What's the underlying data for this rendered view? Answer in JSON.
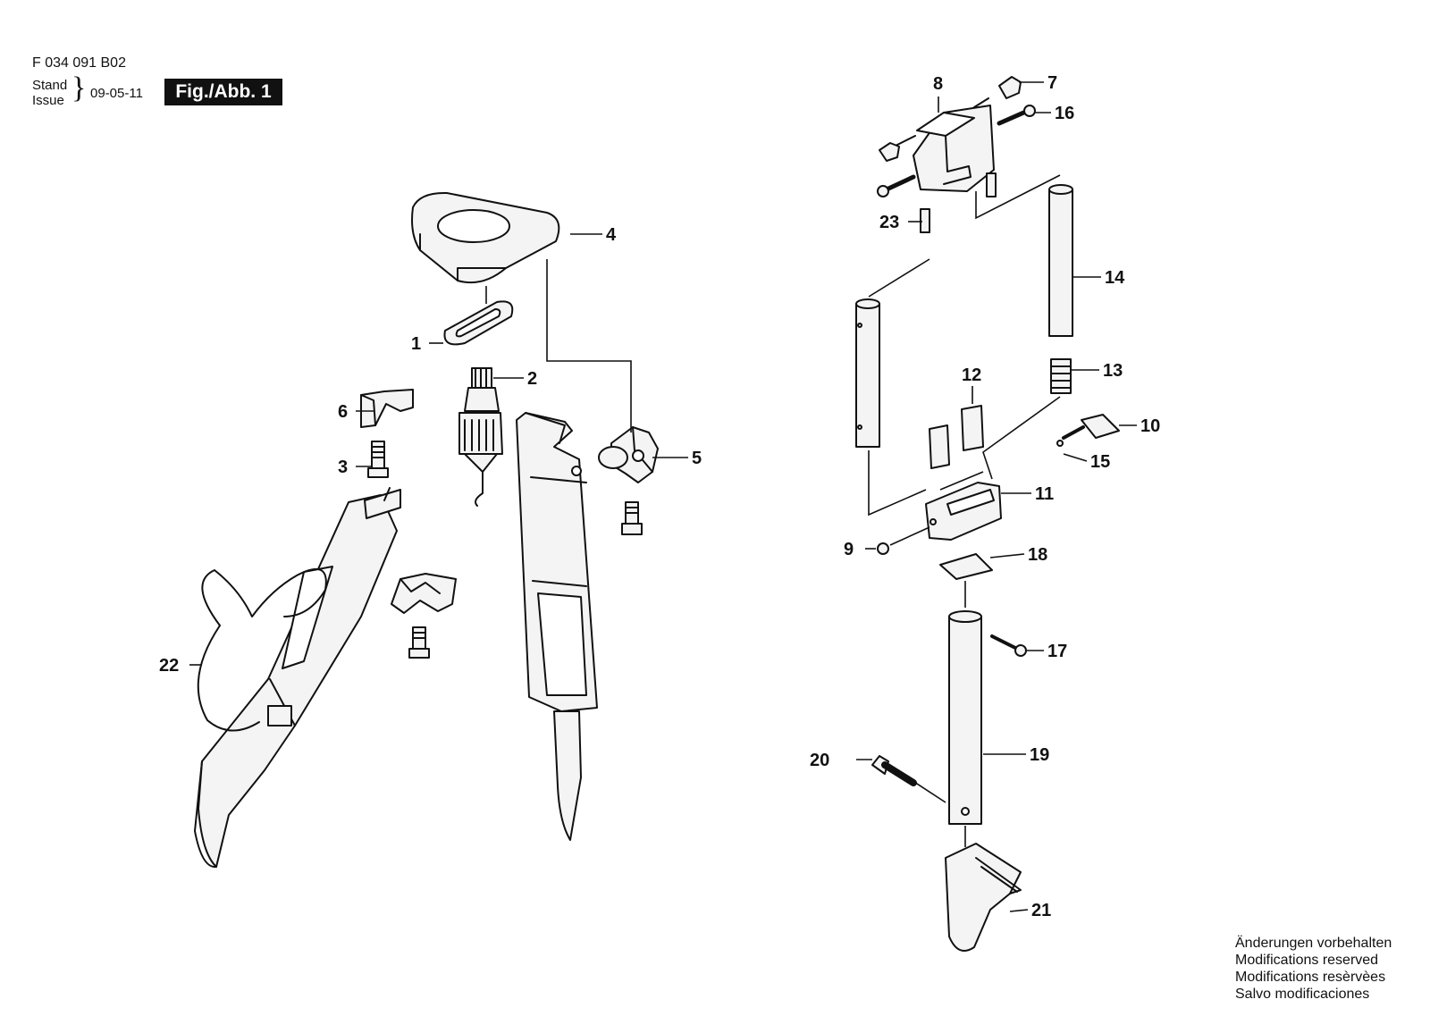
{
  "header": {
    "doc_number": "F 034 091 B02",
    "stand_label": "Stand",
    "issue_label": "Issue",
    "issue_date": "09-05-11",
    "figure_label": "Fig./Abb. 1"
  },
  "notice": [
    "Änderungen vorbehalten",
    "Modifications reserved",
    "Modifications resèrvèes",
    "Salvo modificaciones"
  ],
  "parts": [
    "1",
    "2",
    "3",
    "4",
    "5",
    "6",
    "7",
    "8",
    "9",
    "10",
    "11",
    "12",
    "13",
    "14",
    "15",
    "16",
    "17",
    "18",
    "19",
    "20",
    "21",
    "22",
    "23"
  ]
}
